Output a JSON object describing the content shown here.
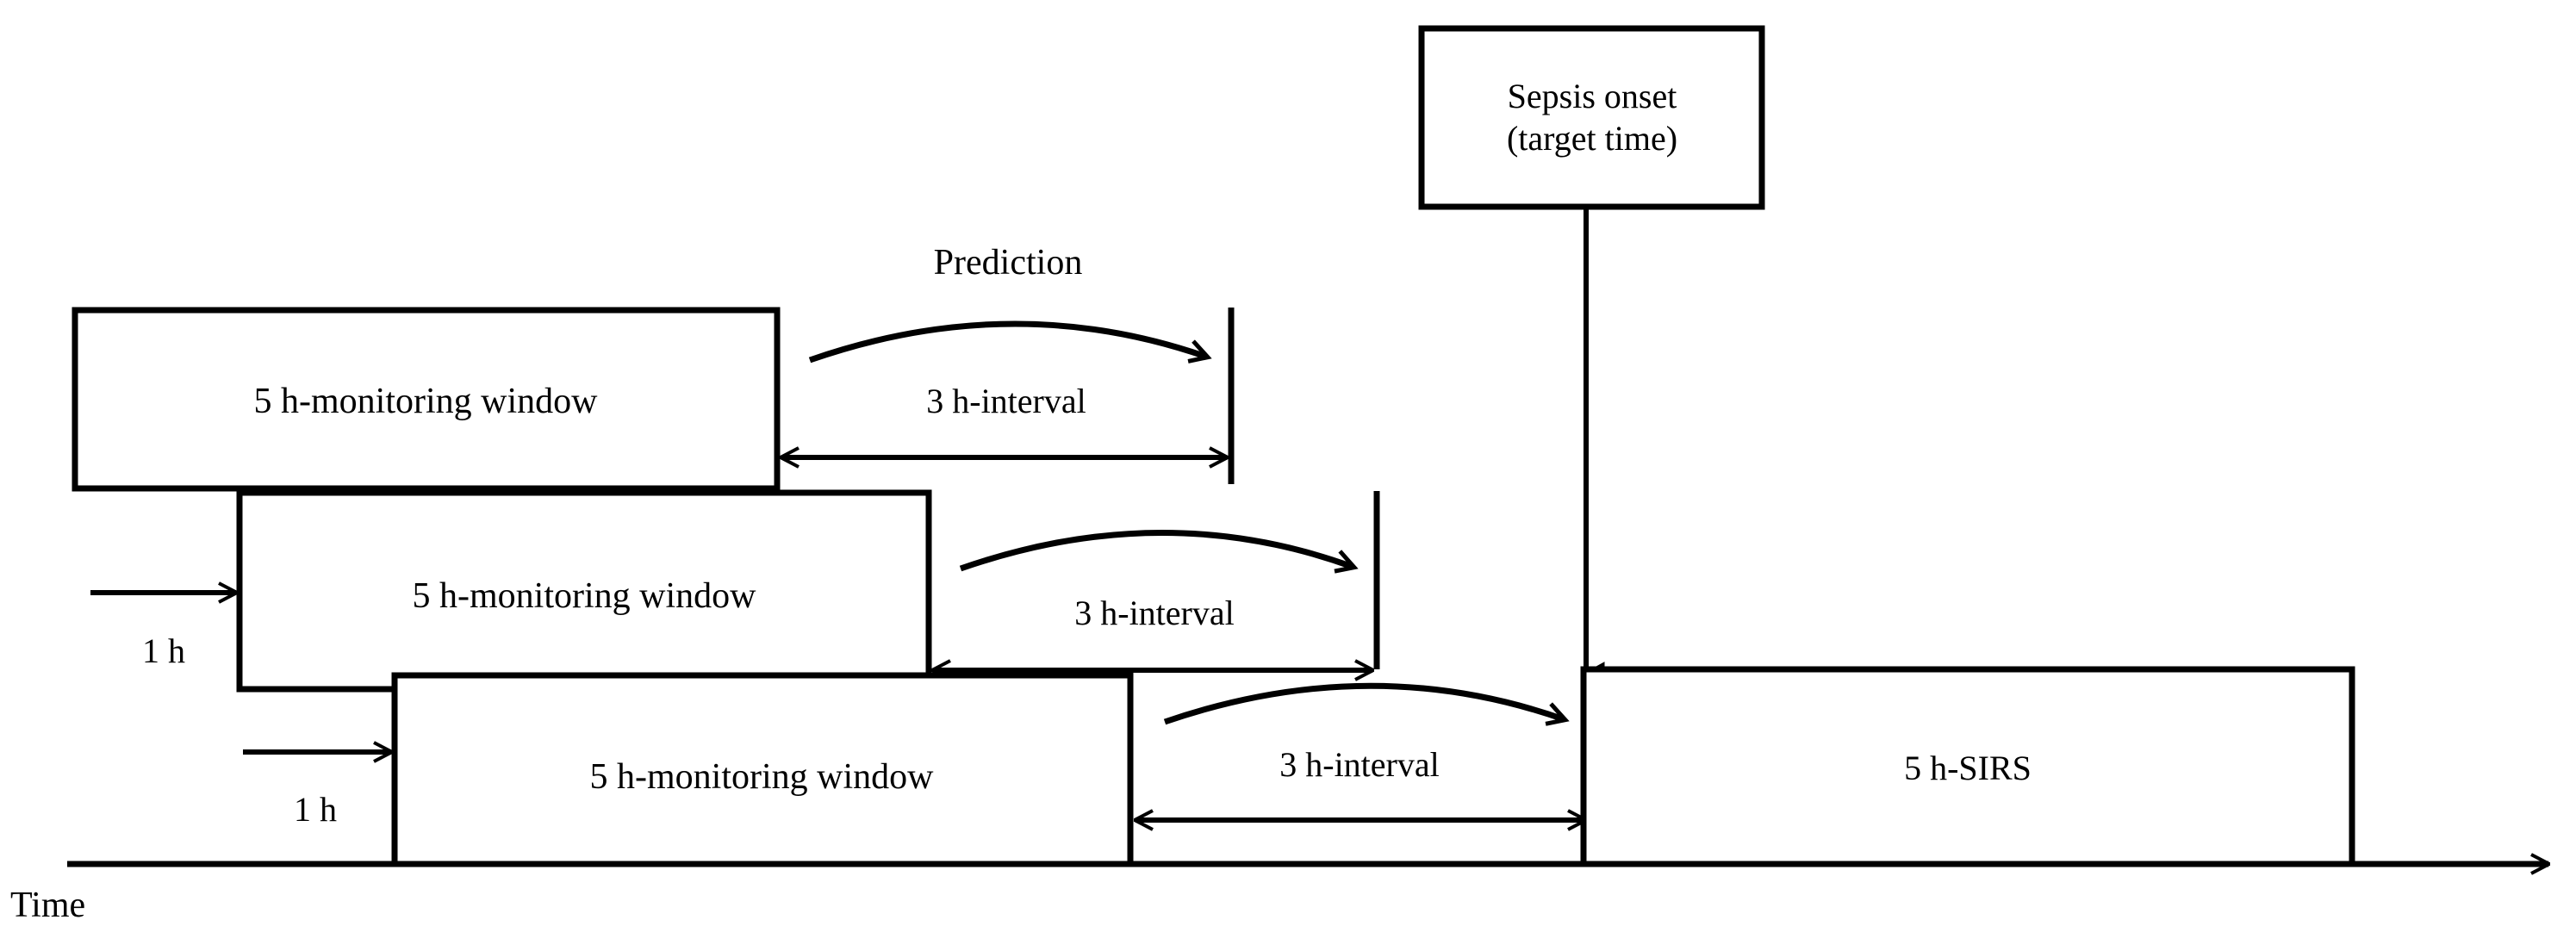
{
  "diagram": {
    "title": "Sepsis prediction sliding-window timeline",
    "axis": {
      "label": "Time",
      "arrow_direction": "right"
    },
    "sepsis_box": {
      "line1": "Sepsis onset",
      "line2": "(target time)",
      "connector": "down-arrow-to-timeline"
    },
    "sirs_box": {
      "label": "5 h-SIRS"
    },
    "prediction_annotation": {
      "label": "Prediction"
    },
    "rows": [
      {
        "window_label": "5 h-monitoring window",
        "interval_label": "3 h-interval",
        "shift_label": "",
        "has_shift_arrow": false
      },
      {
        "window_label": "5 h-monitoring window",
        "interval_label": "3 h-interval",
        "shift_label": "1 h",
        "has_shift_arrow": true
      },
      {
        "window_label": "5 h-monitoring window",
        "interval_label": "3 h-interval",
        "shift_label": "1 h",
        "has_shift_arrow": true
      }
    ],
    "colors": {
      "stroke": "#000000",
      "background": "#ffffff"
    }
  }
}
